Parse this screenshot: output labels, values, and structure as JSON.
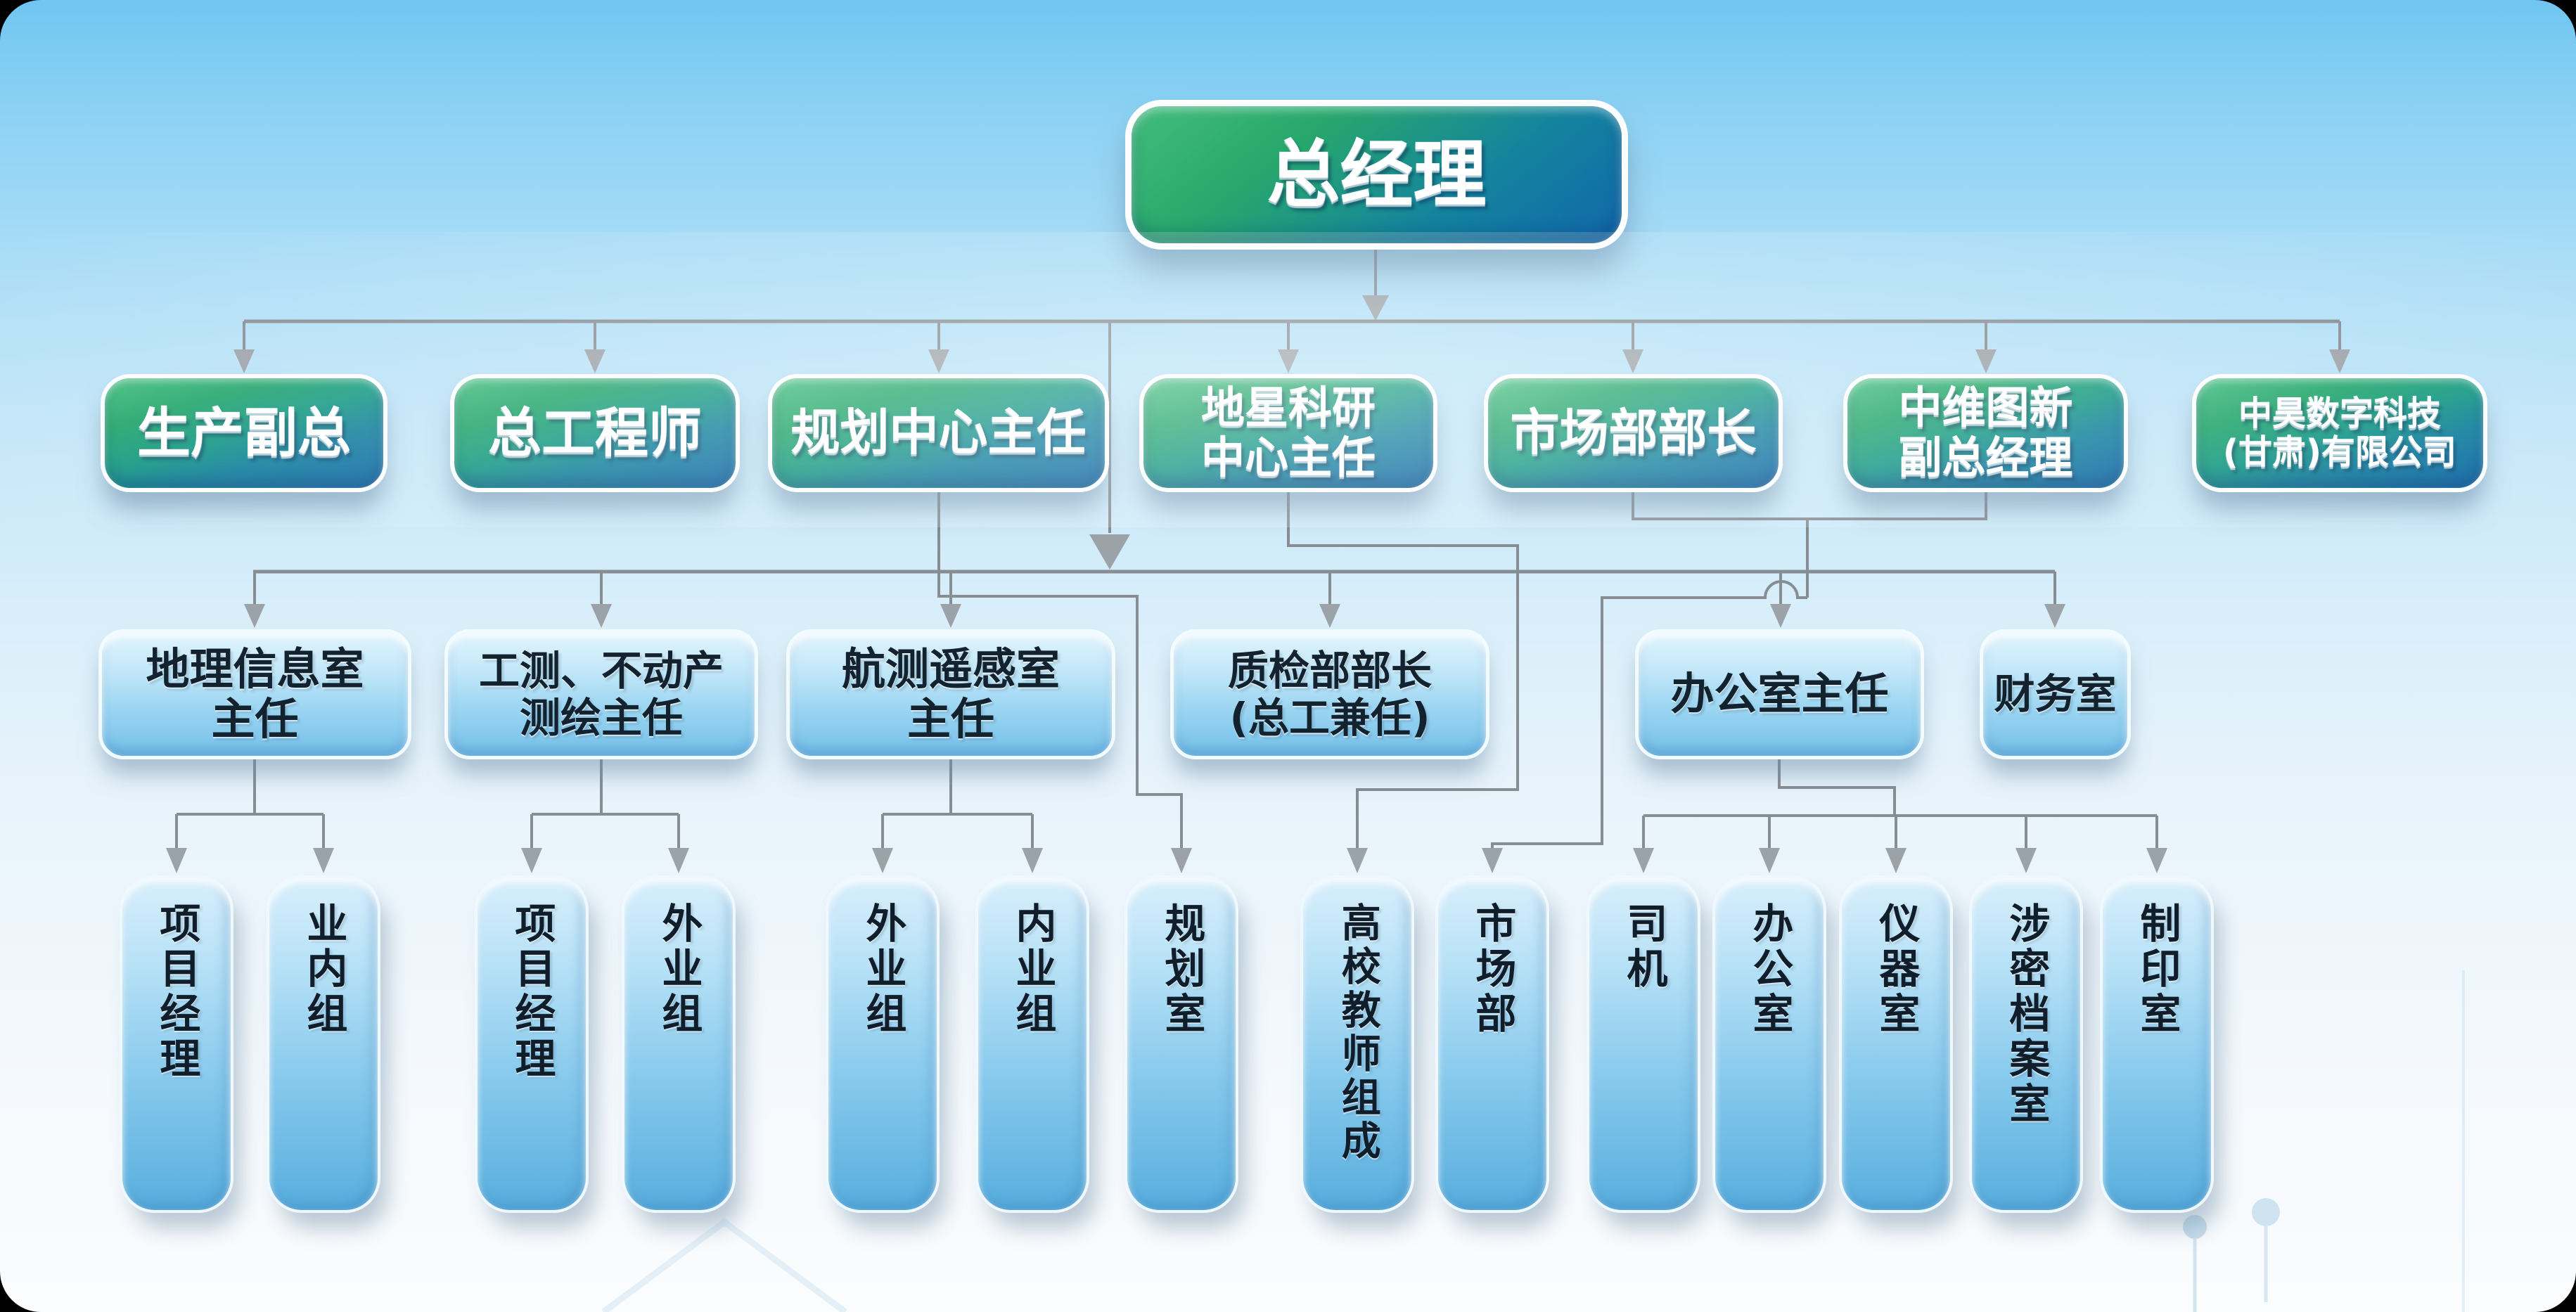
{
  "org": {
    "root": {
      "label": "总经理"
    },
    "level2": [
      {
        "label": "生产副总"
      },
      {
        "label": "总工程师"
      },
      {
        "label": "规划中心主任"
      },
      {
        "label": "地星科研\n中心主任"
      },
      {
        "label": "市场部部长"
      },
      {
        "label": "中维图新\n副总经理"
      },
      {
        "label": "中昊数字科技\n(甘肃)有限公司"
      }
    ],
    "level3": [
      {
        "label": "地理信息室\n主任"
      },
      {
        "label": "工测、不动产\n测绘主任"
      },
      {
        "label": "航测遥感室\n主任"
      },
      {
        "label": "质检部部长\n(总工兼任)"
      },
      {
        "label": "办公室主任"
      },
      {
        "label": "财务室"
      }
    ],
    "level4": [
      {
        "label": "项目经理"
      },
      {
        "label": "业内组"
      },
      {
        "label": "项目经理"
      },
      {
        "label": "外业组"
      },
      {
        "label": "外业组"
      },
      {
        "label": "内业组"
      },
      {
        "label": "规划室"
      },
      {
        "label": "高校教师组成"
      },
      {
        "label": "市场部"
      },
      {
        "label": "司机"
      },
      {
        "label": "办公室"
      },
      {
        "label": "仪器室"
      },
      {
        "label": "涉密档案室"
      },
      {
        "label": "制印室"
      }
    ]
  },
  "colors": {
    "executive_box_top": "#43bd7c",
    "executive_box_bottom": "#1166aa",
    "department_box_top": "#e0f3fd",
    "department_box_bottom": "#74bfe8",
    "box_border": "#fcfeff",
    "executive_text": "#ffffff",
    "department_text": "#13222f",
    "connector": "#868d93",
    "background_top": "#6fc6f0",
    "background_bottom": "#fafcfd"
  }
}
